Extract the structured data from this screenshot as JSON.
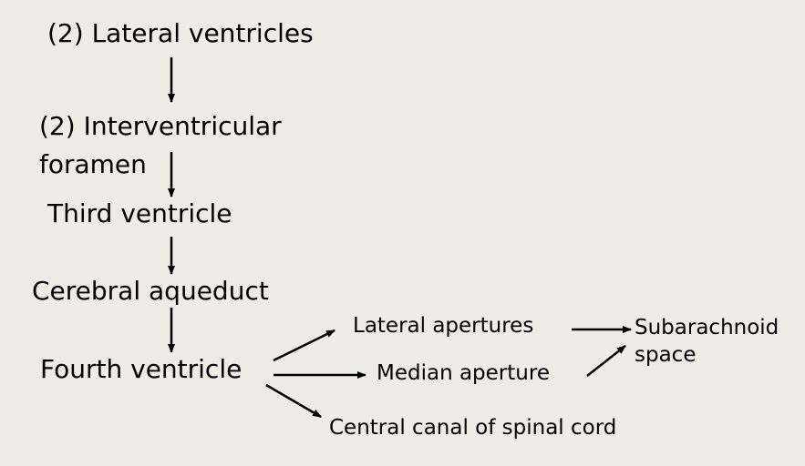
{
  "nodes": {
    "lateral_ventricles": "(2) Lateral ventricles",
    "interventricular_foramen_line1": "(2) Interventricular",
    "interventricular_foramen_line2": "foramen",
    "third_ventricle": "Third ventricle",
    "cerebral_aqueduct": "Cerebral aqueduct",
    "fourth_ventricle": "Fourth ventricle",
    "lateral_apertures": "Lateral apertures",
    "median_aperture": "Median aperture",
    "central_canal": "Central canal of spinal cord",
    "subarachnoid_line1": "Subarachnoid",
    "subarachnoid_line2": "space"
  },
  "edges": [
    {
      "from": "(2) Lateral ventricles",
      "to": "(2) Interventricular foramen"
    },
    {
      "from": "(2) Interventricular foramen",
      "to": "Third ventricle"
    },
    {
      "from": "Third ventricle",
      "to": "Cerebral aqueduct"
    },
    {
      "from": "Cerebral aqueduct",
      "to": "Fourth ventricle"
    },
    {
      "from": "Fourth ventricle",
      "to": "Lateral apertures"
    },
    {
      "from": "Fourth ventricle",
      "to": "Median aperture"
    },
    {
      "from": "Fourth ventricle",
      "to": "Central canal of spinal cord"
    },
    {
      "from": "Lateral apertures",
      "to": "Subarachnoid space"
    },
    {
      "from": "Median aperture",
      "to": "Subarachnoid space"
    }
  ],
  "colors": {
    "background": "#efece5",
    "ink": "#000000"
  }
}
